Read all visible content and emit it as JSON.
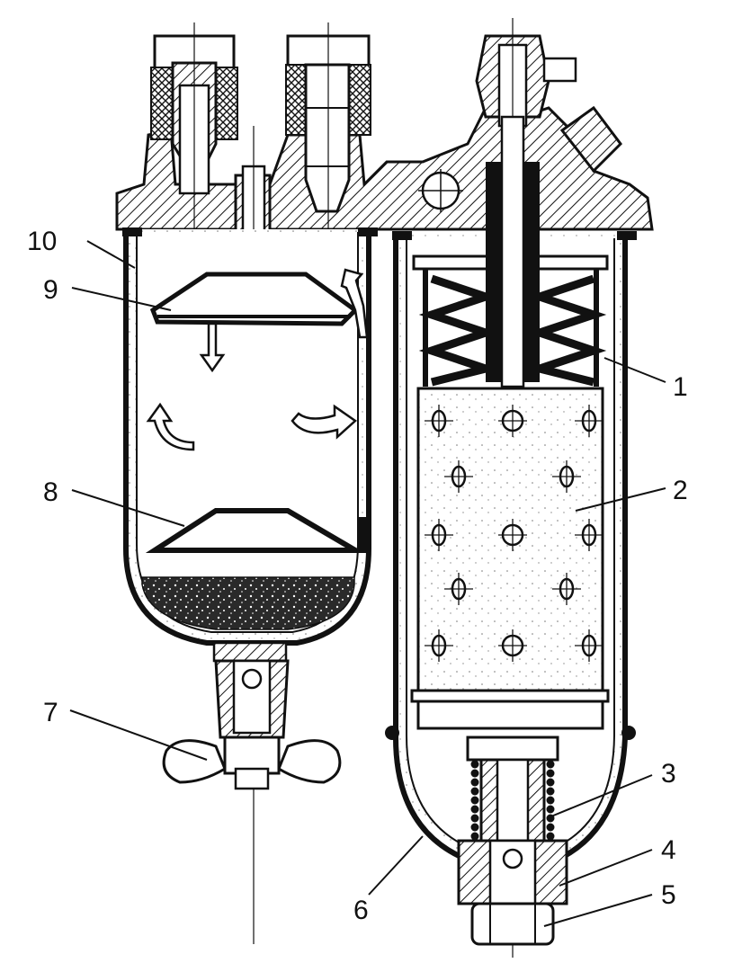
{
  "labels": {
    "l1": "1",
    "l2": "2",
    "l3": "3",
    "l4": "4",
    "l5": "5",
    "l6": "6",
    "l7": "7",
    "l8": "8",
    "l9": "9",
    "l10": "10"
  },
  "colors": {
    "ink": "#111111",
    "paper": "#ffffff",
    "sediment": "#2a2a2a"
  }
}
